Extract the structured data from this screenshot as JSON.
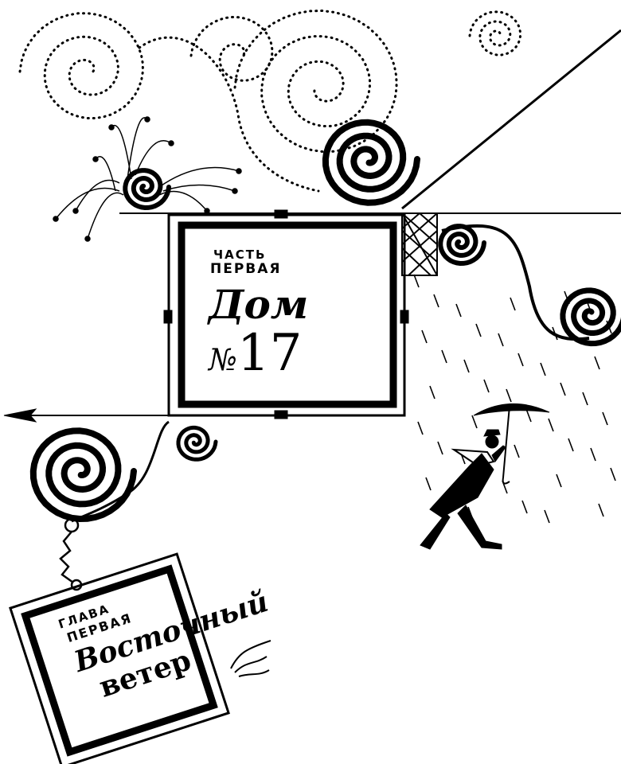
{
  "illustration": {
    "part_sign": {
      "part_label": "Часть",
      "part_number": "первая",
      "title": "Дом",
      "number_sign": "№",
      "number": "17"
    },
    "chapter_sign": {
      "chapter_label": "Глава",
      "chapter_number": "первая",
      "title_line1": "Восточный",
      "title_line2": "ветер"
    },
    "colors": {
      "ink": "#000000",
      "paper": "#ffffff"
    }
  }
}
